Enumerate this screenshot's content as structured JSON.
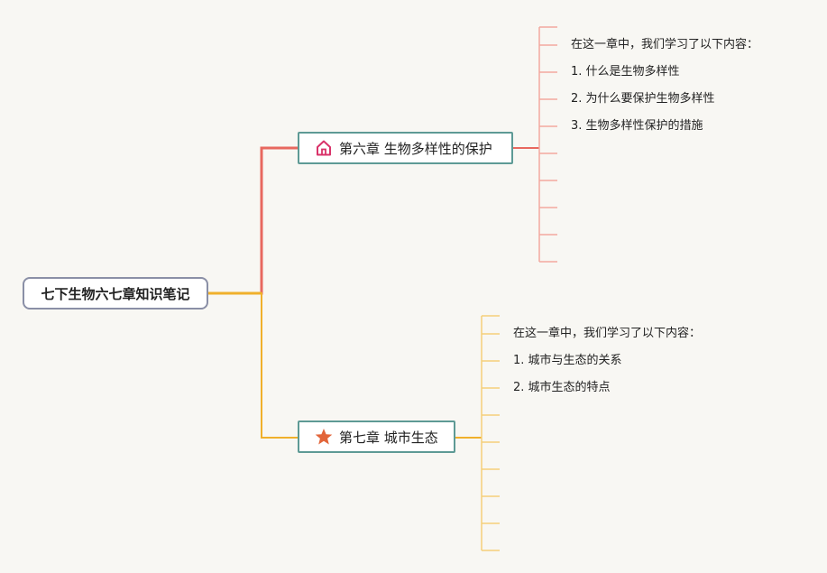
{
  "root": {
    "label": "七下生物六七章知识笔记"
  },
  "branches": [
    {
      "label": "第六章 生物多样性的保护",
      "icon": "house-icon",
      "color": "#e8685f",
      "leaves": [
        "在这一章中，我们学习了以下内容：",
        "1. 什么是生物多样性",
        "2. 为什么要保护生物多样性",
        "3. 生物多样性保护的措施",
        "",
        "",
        "",
        "",
        ""
      ]
    },
    {
      "label": "第七章 城市生态",
      "icon": "star-icon",
      "color": "#f0b02b",
      "leaves": [
        "在这一章中，我们学习了以下内容：",
        "1. 城市与生态的关系",
        "2. 城市生态的特点",
        "",
        "",
        "",
        "",
        ""
      ]
    }
  ],
  "colors": {
    "background": "#f8f7f3",
    "root_border": "#8a8fa6",
    "chapter_border": "#5e9a95",
    "branch6": "#e8685f",
    "branch6_leaf": "#f2a99f",
    "branch7": "#f0b02b",
    "branch7_leaf": "#f5cf7a",
    "house_icon": "#d9336a",
    "star_icon": "#e2653a"
  }
}
